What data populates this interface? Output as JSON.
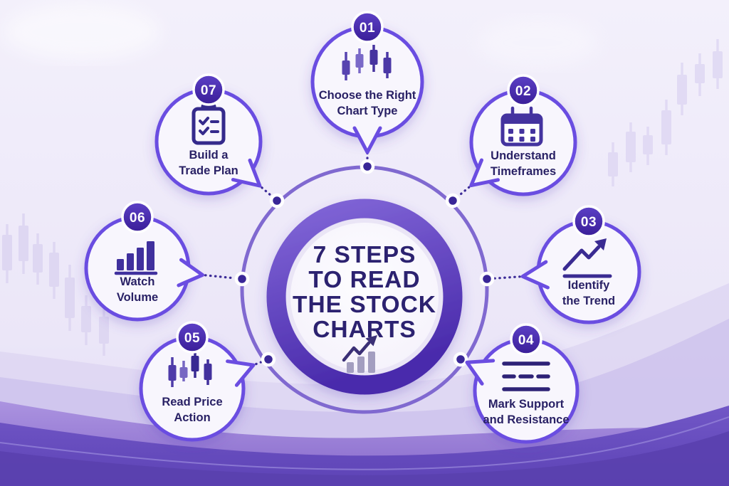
{
  "title": {
    "line1": "7 STEPS",
    "line2": "TO READ",
    "line3": "THE STOCK",
    "line4": "CHARTS"
  },
  "center_icon": "bar-chart-rising-arrow-icon",
  "steps": [
    {
      "number": "01",
      "label_line1": "Choose the Right",
      "label_line2": "Chart Type",
      "icon": "candlestick-chart-icon"
    },
    {
      "number": "02",
      "label_line1": "Understand",
      "label_line2": "Timeframes",
      "icon": "calendar-icon"
    },
    {
      "number": "03",
      "label_line1": "Identify",
      "label_line2": "the Trend",
      "icon": "trend-line-up-icon"
    },
    {
      "number": "04",
      "label_line1": "Mark Support",
      "label_line2": "and Resistance",
      "icon": "support-resistance-lines-icon"
    },
    {
      "number": "05",
      "label_line1": "Read Price",
      "label_line2": "Action",
      "icon": "candlestick-price-action-icon"
    },
    {
      "number": "06",
      "label_line1": "Watch",
      "label_line2": "Volume",
      "icon": "volume-bars-icon"
    },
    {
      "number": "07",
      "label_line1": "Build a",
      "label_line2": "Trade Plan",
      "icon": "trade-plan-checklist-icon"
    }
  ],
  "colors": {
    "accent_border": "#6b4de1",
    "ring_gradient_top": "#7d60d3",
    "ring_gradient_bottom": "#4a2bac",
    "badge": "#3f2399",
    "node": "#392697",
    "text_dark": "#2c2270",
    "background_light": "#f1eefa",
    "wave_medium": "#907fd6",
    "wave_deep": "#5a40ae"
  }
}
